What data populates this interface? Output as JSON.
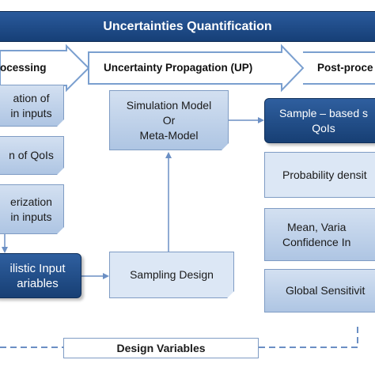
{
  "title": "Uncertainties Quantification",
  "phases": {
    "pre": "ocessing",
    "up": "Uncertainty Propagation (UP)",
    "post": "Post-proce"
  },
  "boxes": {
    "identification": "ation of\nin inputs",
    "qois": "n of QoIs",
    "characterization": "erization\nin inputs",
    "probabilistic_input": "ilistic Input\nariables",
    "simulation_model": "Simulation Model\nOr\nMeta-Model",
    "sampling_design": "Sampling Design",
    "sample_based": "Sample – based s\nQoIs",
    "probability_density": "Probability densit",
    "mean_variance": "Mean, Varia\nConfidence In",
    "global_sensitivity": "Global Sensitivit",
    "design_variables": "Design Variables"
  },
  "colors": {
    "title_bg": "#1f4e8c",
    "dark_box": "#234f8a",
    "light_box": "#c3d4eb",
    "arrow": "#6b8fc4"
  }
}
